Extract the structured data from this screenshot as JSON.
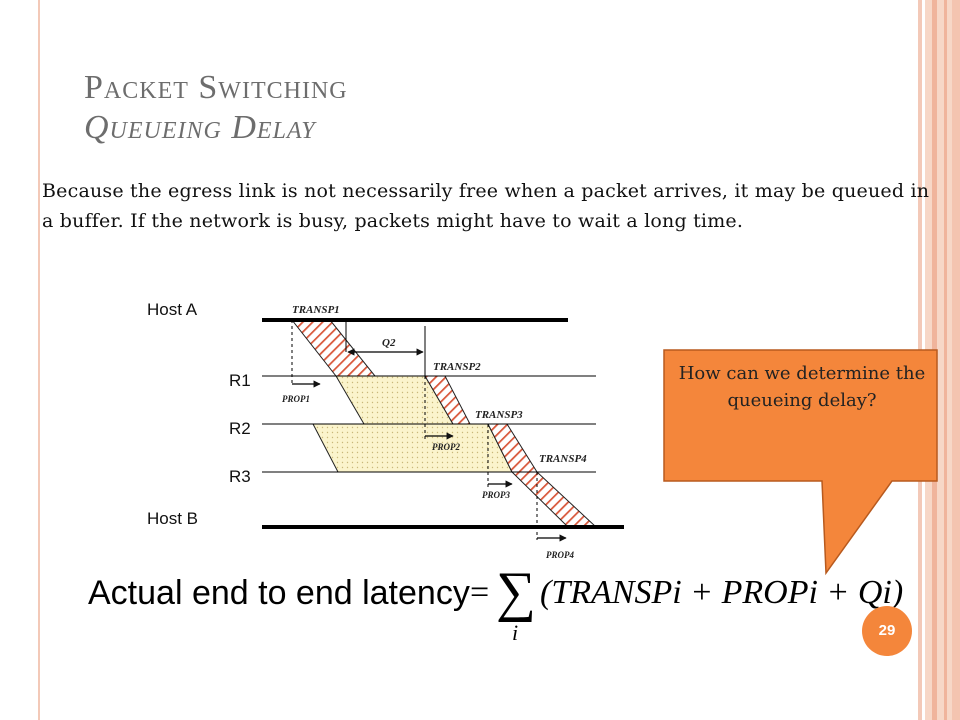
{
  "title": {
    "line1": "Packet Switching",
    "line2": "Queueing Delay"
  },
  "body_text": "Because the egress link is not necessarily free when a packet arrives, it may be queued in a buffer. If the network is busy, packets might have to wait a long time.",
  "diagram": {
    "nodes": {
      "host_a": "Host A",
      "r1": "R1",
      "r2": "R2",
      "r3": "R3",
      "host_b": "Host B"
    },
    "labels": {
      "transp1": "TRANSP1",
      "transp2": "TRANSP2",
      "transp3": "TRANSP3",
      "transp4": "TRANSP4",
      "q2": "Q2",
      "prop1": "PROP1",
      "prop2": "PROP2",
      "prop3": "PROP3",
      "prop4": "PROP4"
    },
    "colors": {
      "hatch": "#d9573a",
      "queue_fill": "#fbf4cc"
    }
  },
  "callout": {
    "text": "How can we determine the queueing delay?",
    "color": "#f4863b"
  },
  "formula": {
    "left": "Actual end to end latency",
    "equals": "=",
    "sum": "∑",
    "index": "i",
    "right": "(TRANSPi + PROPi + Qi)"
  },
  "page_number": "29",
  "accent_color": "#f4863b"
}
